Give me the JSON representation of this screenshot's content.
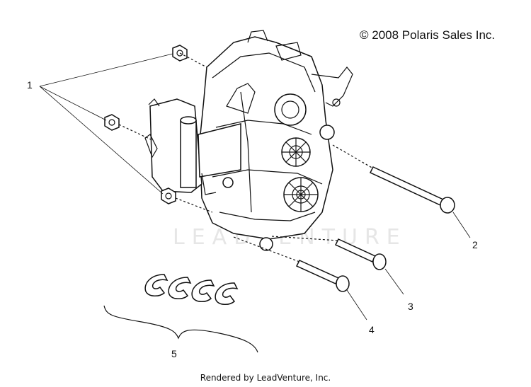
{
  "diagram": {
    "copyright": "© 2008 Polaris Sales Inc.",
    "footer": "Rendered by LeadVenture, Inc.",
    "watermark": "LEADVENTURE",
    "callouts": [
      {
        "id": "1",
        "label": "1"
      },
      {
        "id": "2",
        "label": "2"
      },
      {
        "id": "3",
        "label": "3"
      },
      {
        "id": "4",
        "label": "4"
      },
      {
        "id": "5",
        "label": "5"
      }
    ]
  }
}
